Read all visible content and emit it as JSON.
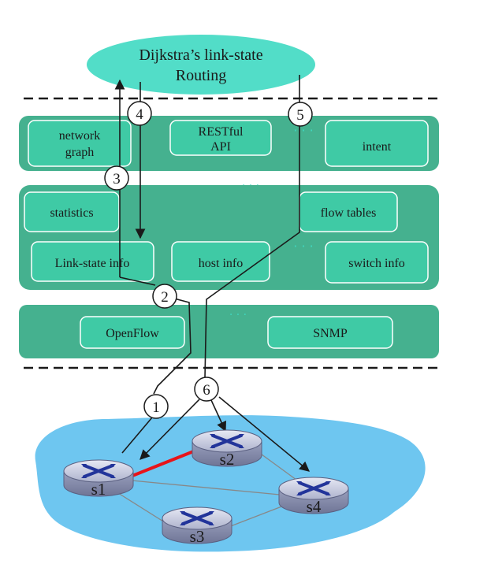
{
  "routing_app": {
    "line1": "Dijkstra’s link-state",
    "line2": "Routing"
  },
  "northbound": {
    "network_graph": [
      "network",
      "graph"
    ],
    "restful_api": [
      "RESTful",
      "API"
    ],
    "intent": "intent",
    "ellipsis": "· · ·"
  },
  "controller": {
    "statistics": "statistics",
    "flow_tables": "flow tables",
    "link_state_info": "Link-state info",
    "host_info": "host info",
    "switch_info": "switch info",
    "ellipsis": "· · ·"
  },
  "southbound": {
    "openflow": "OpenFlow",
    "snmp": "SNMP",
    "ellipsis": "· · ·"
  },
  "steps": [
    "1",
    "2",
    "3",
    "4",
    "5",
    "6"
  ],
  "switches": [
    "s1",
    "s2",
    "s3",
    "s4"
  ],
  "colors": {
    "app_oval": "#52ddc8",
    "layer": "#45b18f",
    "box": "#3fcaa5",
    "network_cloud": "#6ec6f0",
    "highlight_link": "#e8141a"
  }
}
